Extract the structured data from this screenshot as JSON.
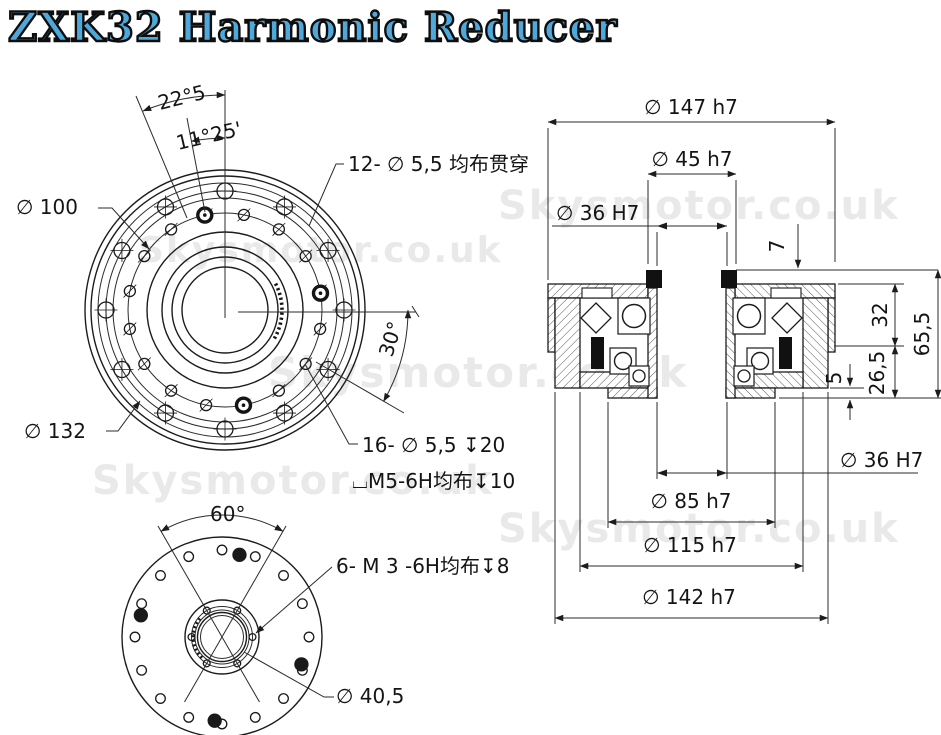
{
  "title": "ZXK32 Harmonic Reducer",
  "watermark": "Skysmotor.co.uk",
  "colors": {
    "title_fill": "#4fa8da",
    "title_outline": "#0e0e0e",
    "line": "#1c1c1c",
    "watermark": "#dedede"
  },
  "front_view": {
    "angle_outer": "22°5",
    "angle_inner": "11°25'",
    "holes_outer": "12- ∅ 5,5 均布贯穿",
    "bolt_circle": "∅ 100",
    "outer_circle": "∅ 132",
    "angle_side": "30°",
    "holes_inner_line1": "16- ∅ 5,5 ↧20",
    "holes_inner_line2": "⌴M5-6H均布↧10"
  },
  "rear_view": {
    "angle": "60°",
    "holes": "6- M 3 -6H均布↧8",
    "bore": "∅ 40,5"
  },
  "section_view": {
    "dia_147": "∅ 147 h7",
    "dia_45": "∅ 45 h7",
    "dia_36_top": "∅ 36 H7",
    "depth_7": "7",
    "height_32": "32",
    "height_26_5": "26,5",
    "height_65_5": "65,5",
    "step_5": "5",
    "dia_36_bottom": "∅ 36 H7",
    "dia_85": "∅ 85 h7",
    "dia_115": "∅ 115 h7",
    "dia_142": "∅ 142 h7"
  }
}
